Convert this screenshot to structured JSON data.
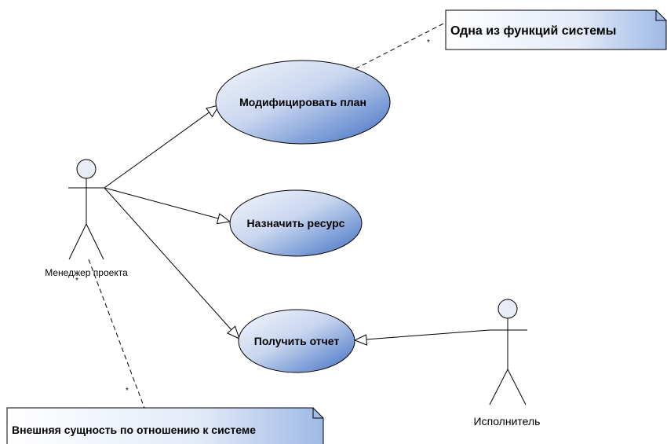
{
  "use_cases": [
    {
      "label": "Модифицировать план"
    },
    {
      "label": "Назначить ресурс"
    },
    {
      "label": "Получить отчет"
    }
  ],
  "actors": [
    {
      "label": "Менеджер проекта"
    },
    {
      "label": "Исполнитель"
    }
  ],
  "notes": [
    {
      "text": "Одна из функций системы"
    },
    {
      "text": "Внешняя сущность по отношению к системе"
    }
  ],
  "multiplicity": "*",
  "colors": {
    "ellipse_light": "#f4f6fb",
    "ellipse_dark": "#3f6fc4",
    "note_light": "#ffffff",
    "note_dark": "#9fb9e6",
    "stroke": "#000000"
  }
}
